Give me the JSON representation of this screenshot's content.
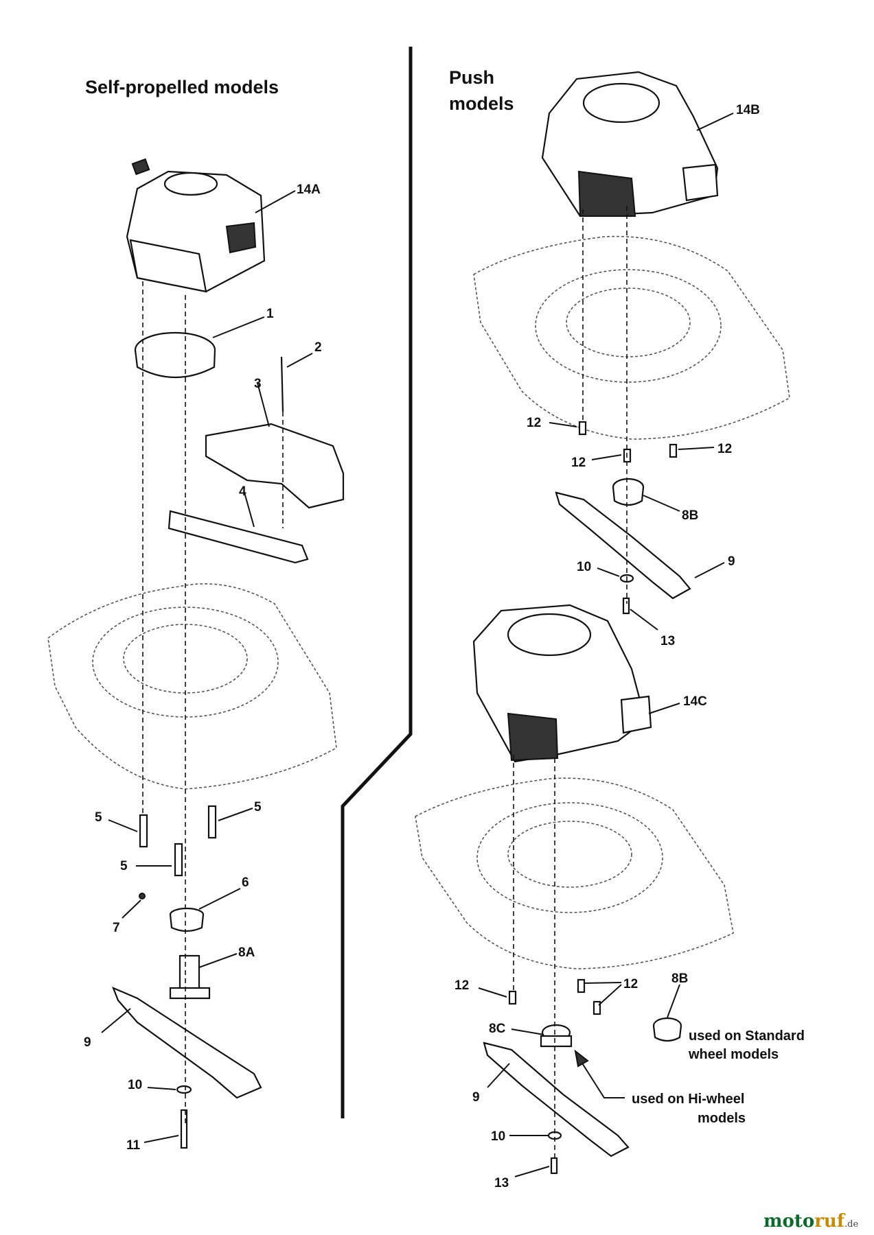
{
  "headings": {
    "left": "Self-propelled models",
    "right_line1": "Push",
    "right_line2": "models"
  },
  "labels": {
    "p14A": "14A",
    "p1": "1",
    "p2": "2",
    "p3": "3",
    "p4": "4",
    "p5a": "5",
    "p5b": "5",
    "p5c": "5",
    "p6": "6",
    "p7": "7",
    "p8A": "8A",
    "p9L": "9",
    "p10L": "10",
    "p11": "11",
    "p14B": "14B",
    "p12a": "12",
    "p12b": "12",
    "p12c": "12",
    "p8B_top": "8B",
    "p10R1": "10",
    "p9R1": "9",
    "p13a": "13",
    "p14C": "14C",
    "p12d": "12",
    "p12e": "12",
    "p8B_side": "8B",
    "p8C": "8C",
    "p9R2": "9",
    "p10R2": "10",
    "p13b": "13"
  },
  "notes": {
    "standard_line1": "used on Standard",
    "standard_line2": "wheel models",
    "hiwheel_line1": "used on Hi-wheel",
    "hiwheel_line2": "models"
  },
  "watermark": {
    "part1": "moto",
    "part2": "ruf",
    "suffix": ".de"
  }
}
